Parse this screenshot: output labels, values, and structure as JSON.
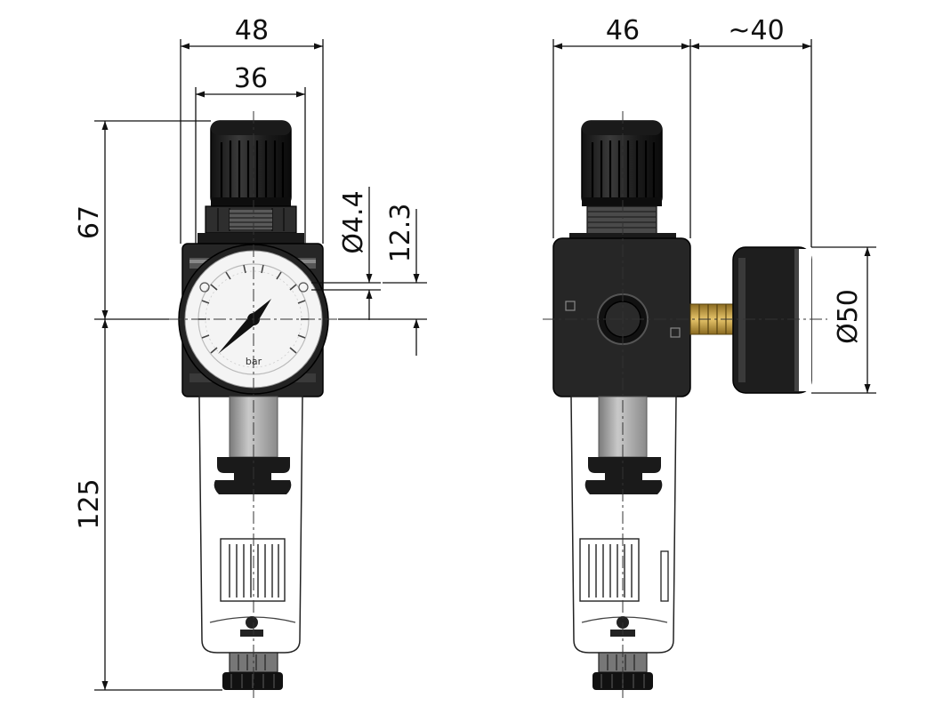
{
  "dimensions": {
    "width_front": "48",
    "width_body": "36",
    "height_upper": "67",
    "height_lower": "125",
    "port_diameter": "Ø4.4",
    "port_offset": "12.3",
    "depth_side": "46",
    "gauge_protrusion": "~40",
    "gauge_diameter": "Ø50"
  },
  "gauge": {
    "unit": "bar"
  },
  "colors": {
    "body": "#262626",
    "line": "#111111",
    "fitting": "#c8a24a",
    "bowl_stem": "#a8a8a8"
  }
}
